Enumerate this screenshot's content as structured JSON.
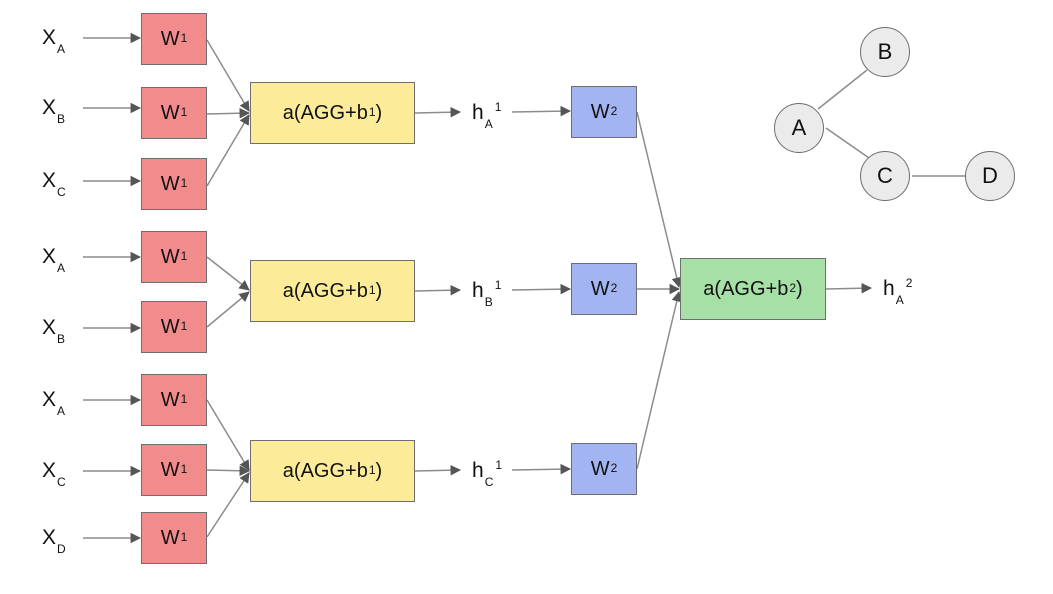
{
  "inputs": [
    {
      "base": "X",
      "sub": "A"
    },
    {
      "base": "X",
      "sub": "B"
    },
    {
      "base": "X",
      "sub": "C"
    },
    {
      "base": "X",
      "sub": "A"
    },
    {
      "base": "X",
      "sub": "B"
    },
    {
      "base": "X",
      "sub": "A"
    },
    {
      "base": "X",
      "sub": "C"
    },
    {
      "base": "X",
      "sub": "D"
    }
  ],
  "layer1": {
    "weight": {
      "base": "W",
      "sup": "1"
    },
    "aggregate": {
      "prefix": "a(AGG+b",
      "sup": "1",
      "suffix": ")"
    }
  },
  "hidden1": [
    {
      "base": "h",
      "sub": "A",
      "sup": "1"
    },
    {
      "base": "h",
      "sub": "B",
      "sup": "1"
    },
    {
      "base": "h",
      "sub": "C",
      "sup": "1"
    }
  ],
  "layer2": {
    "weight": {
      "base": "W",
      "sup": "2"
    },
    "aggregate": {
      "prefix": "a(AGG+b",
      "sup": "2",
      "suffix": ")"
    }
  },
  "output": {
    "base": "h",
    "sub": "A",
    "sup": "2"
  },
  "graph": {
    "nodes": [
      "A",
      "B",
      "C",
      "D"
    ],
    "edges": [
      [
        "A",
        "B"
      ],
      [
        "A",
        "C"
      ],
      [
        "C",
        "D"
      ]
    ]
  },
  "colors": {
    "w1": "#f28b8c",
    "agg1": "#fcec9a",
    "w2": "#a2b5f2",
    "agg2": "#a6e0a6",
    "node": "#ebebeb",
    "wire": "#8c8c8c"
  }
}
